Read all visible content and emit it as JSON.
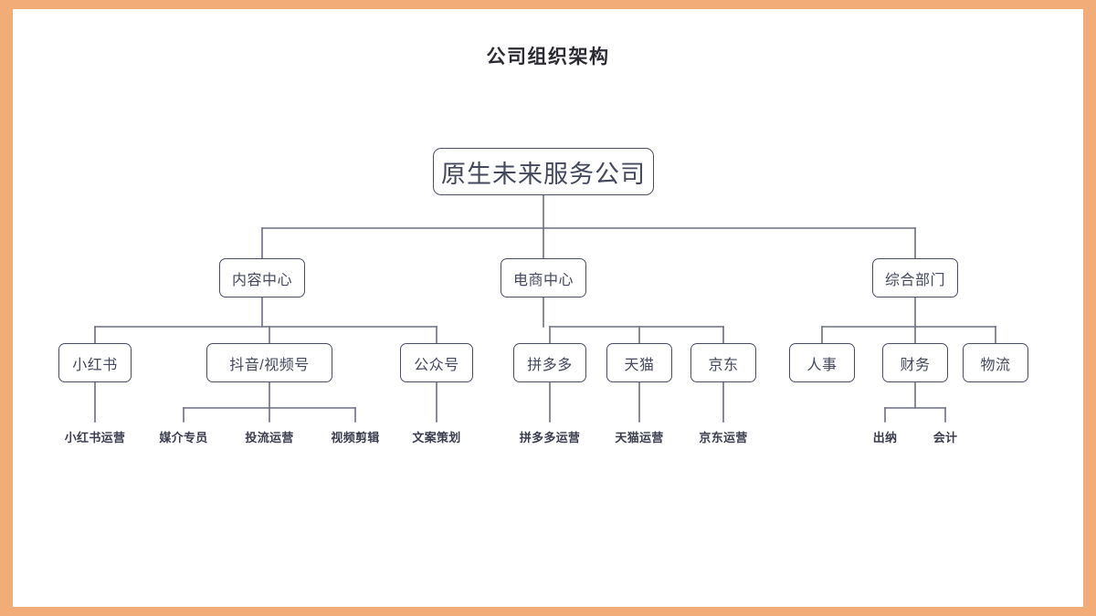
{
  "slide": {
    "title": "公司组织架构",
    "background_color": "#FFFFFF",
    "frame_color": "#F2AC78"
  },
  "colors": {
    "node_border": "#4A4E63",
    "node_text": "#44485C",
    "leaf_text": "#3A3D4D",
    "connector": "#6B6F80",
    "title_text": "#2B2B33"
  },
  "org_chart": {
    "type": "tree",
    "root": {
      "label": "原生未来服务公司",
      "level": 0
    },
    "divisions": [
      {
        "label": "内容中心",
        "level": 1,
        "teams": [
          {
            "label": "小红书",
            "level": 2,
            "roles": [
              "小红书运营"
            ]
          },
          {
            "label": "抖音/视频号",
            "level": 2,
            "roles": [
              "媒介专员",
              "投流运营",
              "视频剪辑"
            ]
          },
          {
            "label": "公众号",
            "level": 2,
            "roles": [
              "文案策划"
            ]
          }
        ]
      },
      {
        "label": "电商中心",
        "level": 1,
        "teams": [
          {
            "label": "拼多多",
            "level": 2,
            "roles": [
              "拼多多运营"
            ]
          },
          {
            "label": "天猫",
            "level": 2,
            "roles": [
              "天猫运营"
            ]
          },
          {
            "label": "京东",
            "level": 2,
            "roles": [
              "京东运营"
            ]
          }
        ]
      },
      {
        "label": "综合部门",
        "level": 1,
        "teams": [
          {
            "label": "人事",
            "level": 2,
            "roles": []
          },
          {
            "label": "财务",
            "level": 2,
            "roles": [
              "出纳",
              "会计"
            ]
          },
          {
            "label": "物流",
            "level": 2,
            "roles": []
          }
        ]
      }
    ]
  }
}
